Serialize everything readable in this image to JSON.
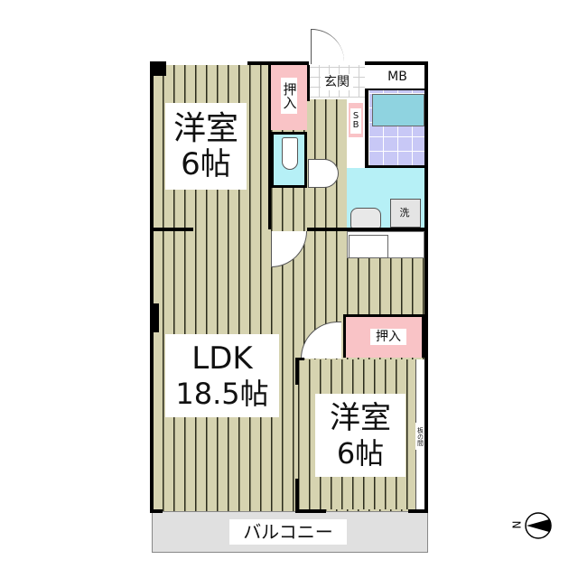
{
  "floorplan": {
    "rooms": [
      {
        "id": "western-room-north",
        "name": "洋室",
        "size": "6帖"
      },
      {
        "id": "ldk",
        "name": "LDK",
        "size": "18.5帖"
      },
      {
        "id": "western-room-south",
        "name": "洋室",
        "size": "6帖"
      }
    ],
    "closets": {
      "north": "押入",
      "south": "押入"
    },
    "entrance": "玄関",
    "meter_box": "MB",
    "shoe_box": "SB",
    "shoe_box_chars": [
      "S",
      "B"
    ],
    "washer": "洗",
    "wood_floor_alcove": "板の間",
    "balcony": "バルコニー",
    "compass": {
      "label": "N",
      "direction": "left"
    }
  },
  "colors": {
    "floor": "#d6d3b0",
    "closet": "#f9c3c6",
    "wet_area": "#b6f0f6",
    "bath_tile": "#c8c8f6",
    "bathtub": "#8fd3e0",
    "balcony": "#e0e0e0",
    "wall": "#000000"
  }
}
